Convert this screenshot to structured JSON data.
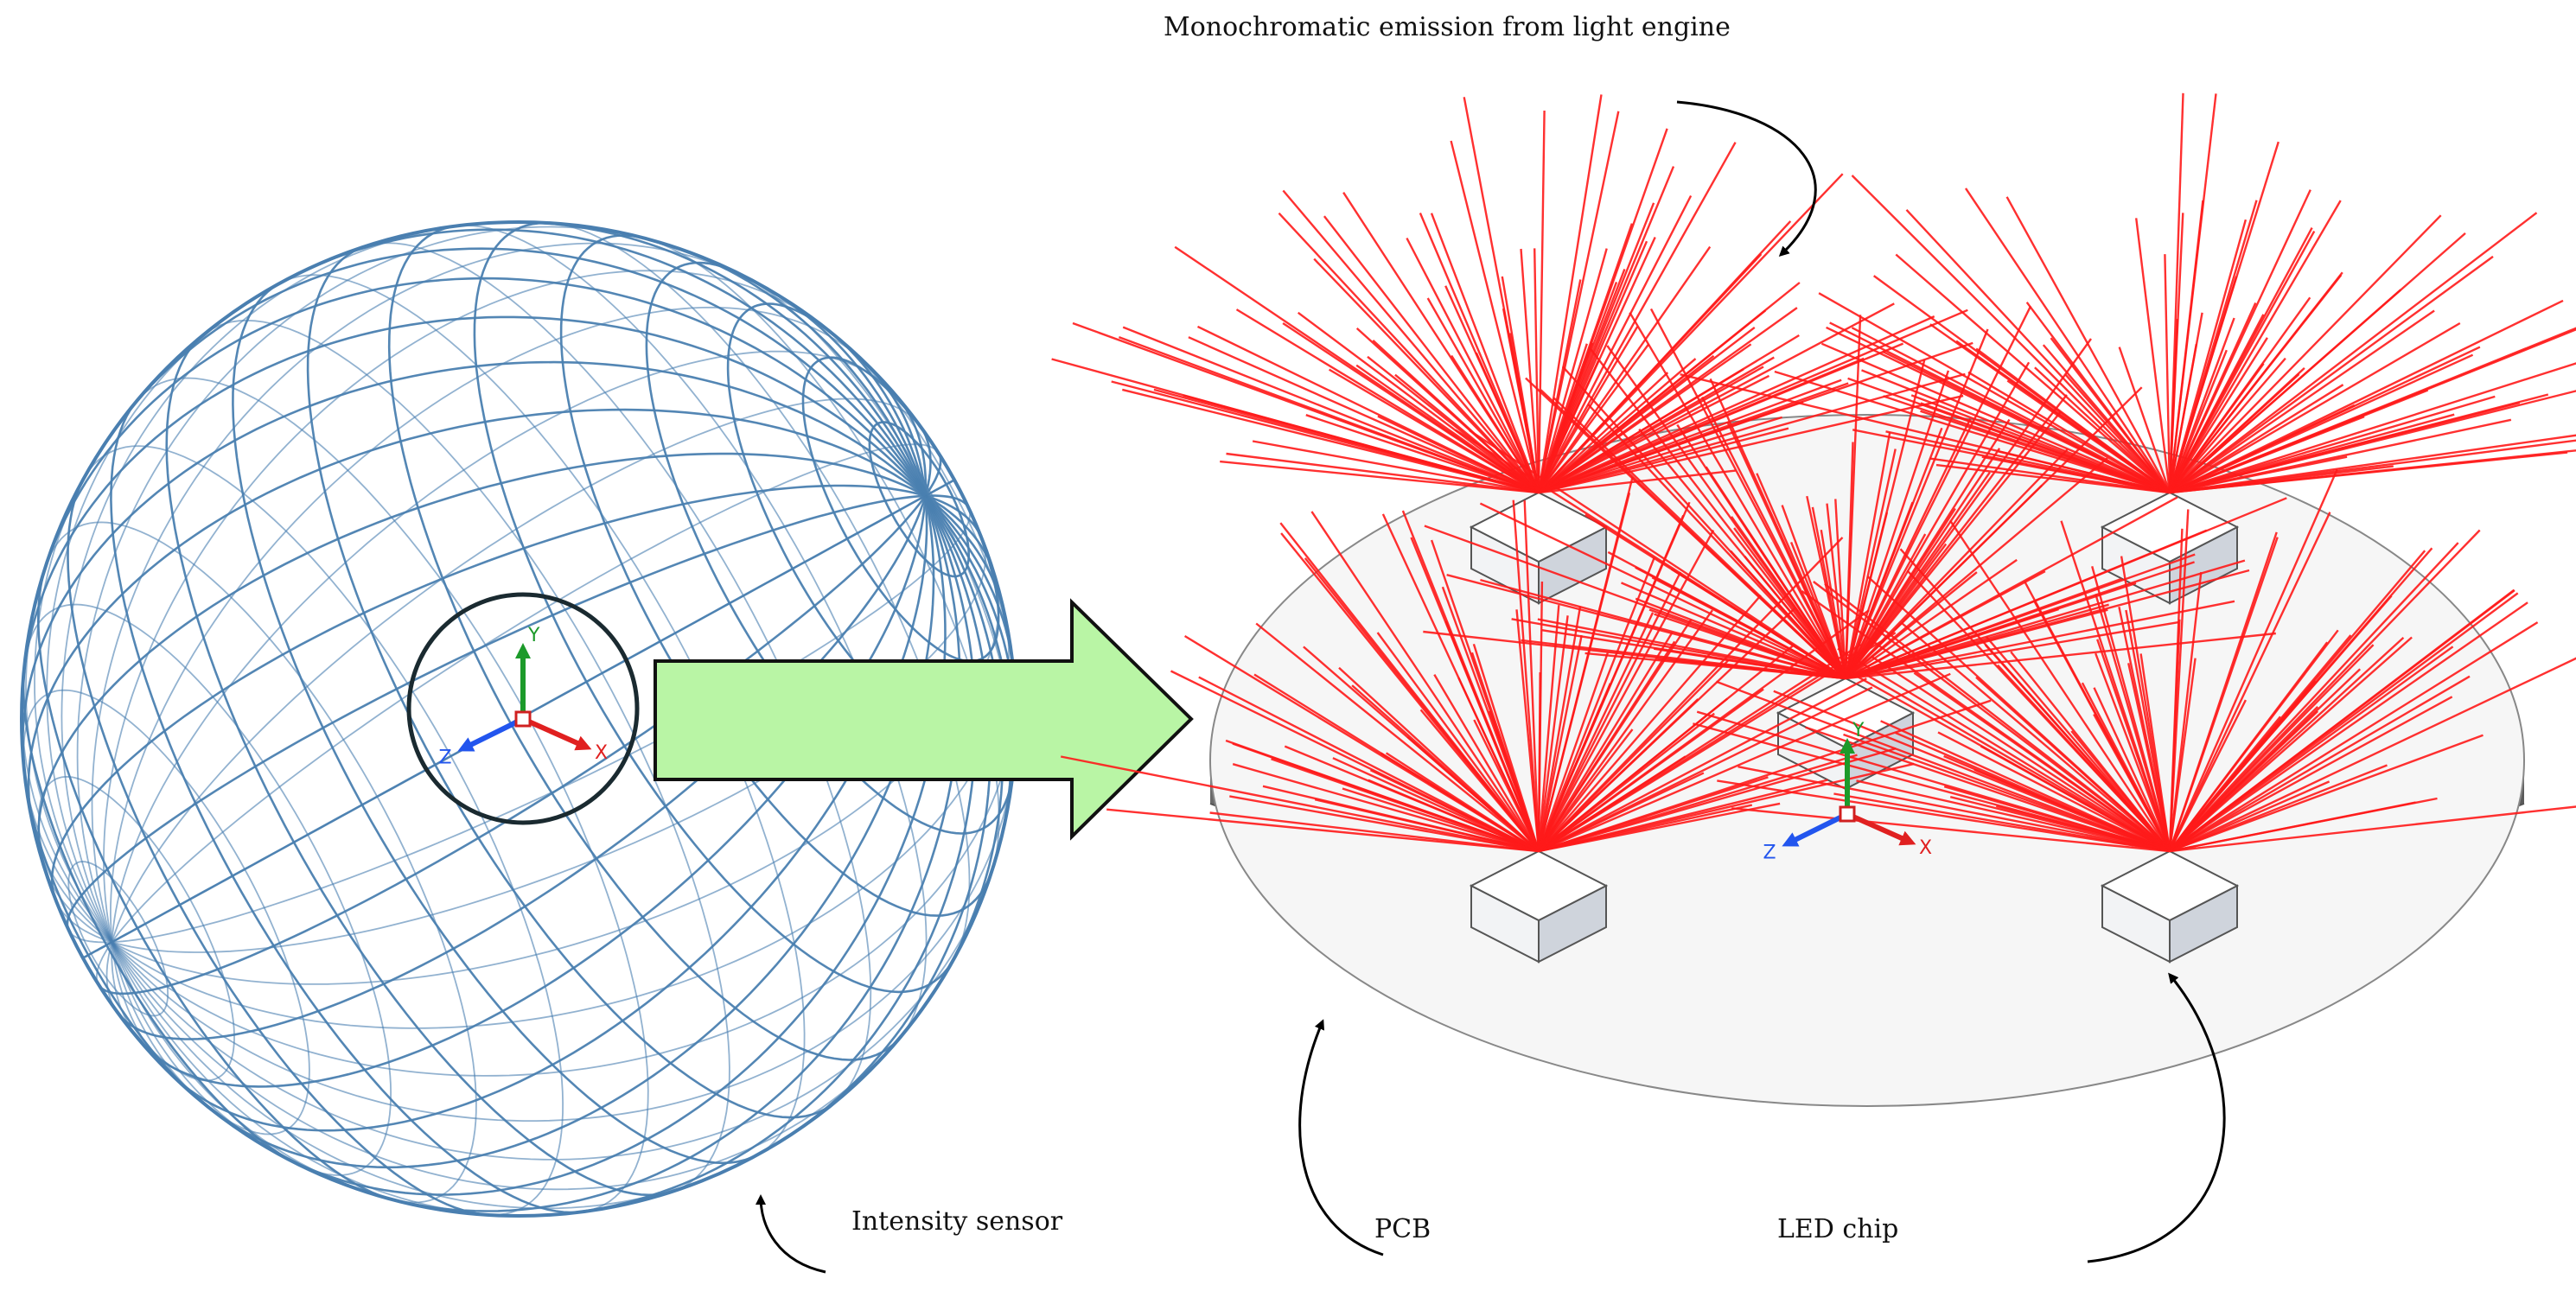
{
  "labels": {
    "title": "Monochromatic emission from light engine",
    "sensor": "Intensity sensor",
    "pcb": "PCB",
    "led": "LED chip"
  },
  "axes": {
    "y": "Y",
    "z": "Z",
    "x": "X"
  },
  "colors": {
    "sensor_mesh": "#4a7fb0",
    "rays": "#ff1a1a",
    "arrow_fill": "#b9f5a5",
    "pcb_top": "#f4f4f4",
    "pcb_side": "#8a8a8a",
    "axis_y": "#1c9a2a",
    "axis_z": "#2255ee",
    "axis_x": "#e02020"
  }
}
